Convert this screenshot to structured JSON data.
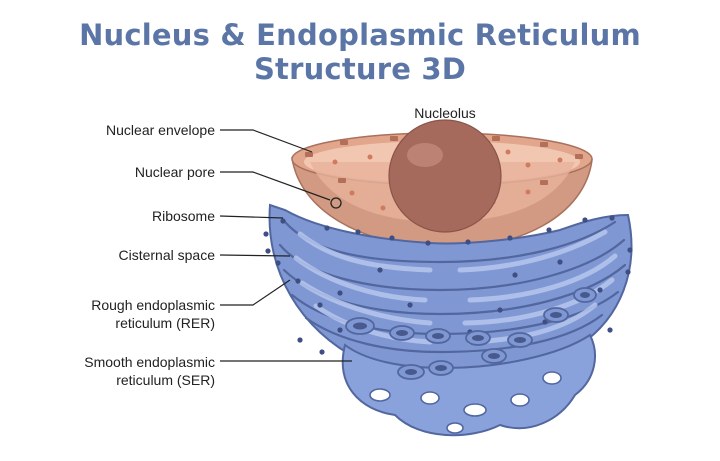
{
  "title": "Nucleus & Endoplasmic Reticulum Structure 3D",
  "labels": {
    "nucleolus": "Nucleolus",
    "nuclear_envelope": "Nuclear envelope",
    "nuclear_pore": "Nuclear pore",
    "ribosome": "Ribosome",
    "cisternal_space": "Cisternal space",
    "rer_line1": "Rough endoplasmic",
    "rer_line2": "reticulum (RER)",
    "ser_line1": "Smooth endoplasmic",
    "ser_line2": "reticulum (SER)"
  },
  "colors": {
    "title": "#5b76a6",
    "nucleus_outer": "#d9a088",
    "nucleus_inner": "#e8b59c",
    "nucleolus": "#a96d5f",
    "er_fill": "#7f97d3",
    "er_dark": "#52679f",
    "er_light": "#b7c6ee",
    "ribosome": "#3f4f83"
  }
}
